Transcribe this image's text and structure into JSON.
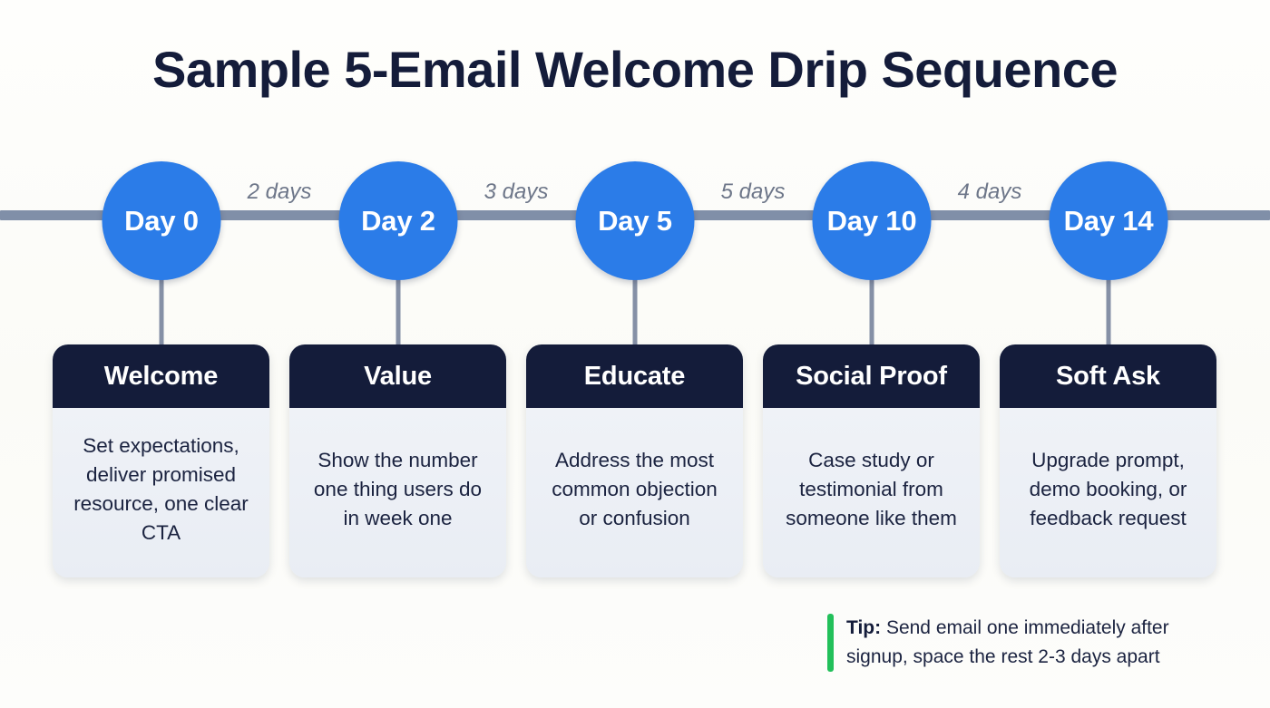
{
  "title": "Sample 5-Email Welcome Drip Sequence",
  "colors": {
    "background": "#fdfdfa",
    "node": "#2b7ce8",
    "timeline": "#808fa8",
    "card_header": "#141c3a",
    "card_body": "#eef1f6",
    "accent_green": "#22c05a",
    "text_dark": "#1b2340",
    "interval_text": "#6d7689"
  },
  "timeline": {
    "nodes": [
      {
        "label": "Day 0"
      },
      {
        "label": "Day 2"
      },
      {
        "label": "Day 5"
      },
      {
        "label": "Day 10"
      },
      {
        "label": "Day 14"
      }
    ],
    "intervals": [
      {
        "label": "2 days"
      },
      {
        "label": "3 days"
      },
      {
        "label": "5 days"
      },
      {
        "label": "4 days"
      }
    ]
  },
  "cards": [
    {
      "header": "Welcome",
      "body": "Set expectations, deliver promised resource, one clear CTA"
    },
    {
      "header": "Value",
      "body": "Show the number one thing users do in week one"
    },
    {
      "header": "Educate",
      "body": "Address the most common objection or confusion"
    },
    {
      "header": "Social Proof",
      "body": "Case study or testimonial from someone like them"
    },
    {
      "header": "Soft Ask",
      "body": "Upgrade prompt, demo booking, or feedback request"
    }
  ],
  "tip": {
    "label": "Tip:",
    "text": " Send email one immediately after signup, space the rest 2-3 days apart"
  }
}
